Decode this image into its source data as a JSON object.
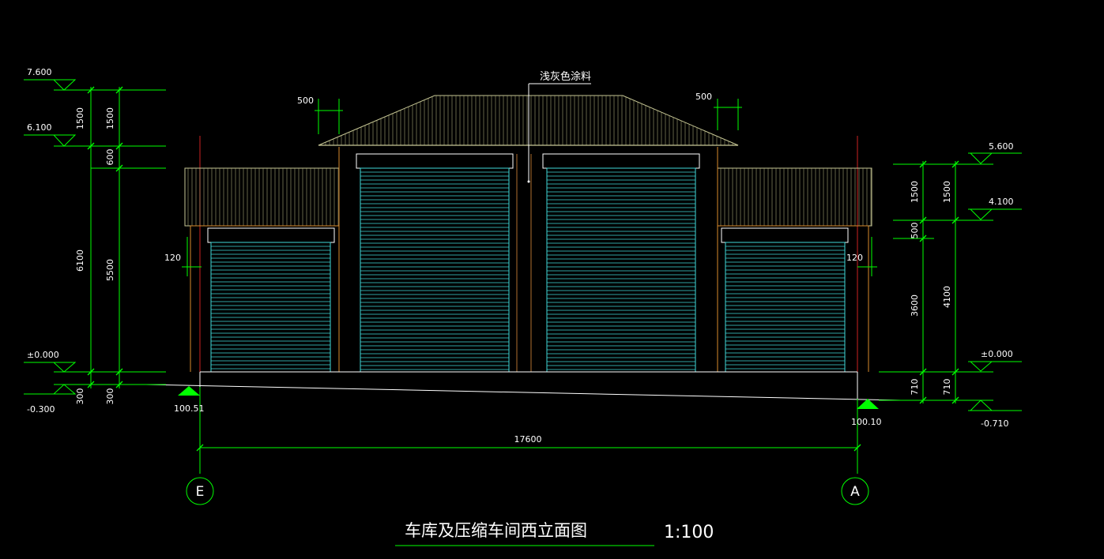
{
  "drawing": {
    "title": "车库及压缩车间西立面图",
    "scale": "1:100",
    "note": "浅灰色涂料",
    "axes": {
      "left": "E",
      "right": "A"
    },
    "overall_width": "17600"
  },
  "left_levels": {
    "top": "7.600",
    "eave": "6.100",
    "zero": "±0.000",
    "ground": "-0.300"
  },
  "right_levels": {
    "eave": "5.600",
    "door": "4.100",
    "zero": "±0.000",
    "ground": "-0.710"
  },
  "left_dims": {
    "roof": "1500",
    "fascia": "600",
    "outer": "6100",
    "inner": "5500",
    "base_outer": "300",
    "base_inner": "300"
  },
  "right_dims": {
    "roof_a": "1500",
    "roof_b": "1500",
    "lintel": "500",
    "door_a": "3600",
    "door_b": "4100",
    "base_a": "710",
    "base_b": "710"
  },
  "top_dims": {
    "left_overhang": "500",
    "right_overhang": "500"
  },
  "side_dims": {
    "left": "120",
    "right": "120"
  },
  "spot_elevations": {
    "left": "100.51",
    "right": "100.10"
  },
  "colors": {
    "dim": "#00ff00",
    "outline": "#ffffff",
    "door": "#3fd9d9",
    "roof": "#c8c896",
    "wall": "#d88a2c",
    "axis_line": "#cc2222"
  }
}
